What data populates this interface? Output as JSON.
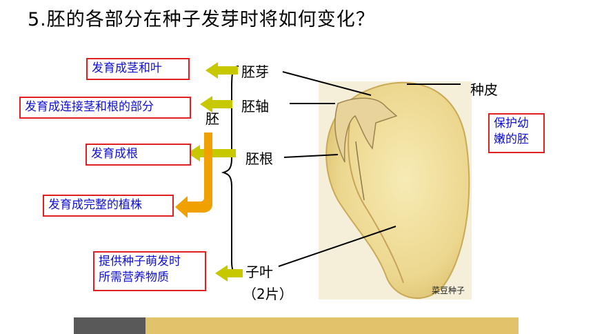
{
  "title": "5.胚的各部分在种子发芽时将如何变化？",
  "boxes": {
    "plumule_fn": "发育成茎和叶",
    "hypocotyl_fn": "发育成连接茎和根的部分",
    "radicle_fn": "发育成根",
    "embryo_fn": "发育成完整的植株",
    "cotyledon_fn_line1": "提供种子萌发时",
    "cotyledon_fn_line2": "所需营养物质",
    "seedcoat_fn_line1": "保护幼",
    "seedcoat_fn_line2": "嫩的胚"
  },
  "labels": {
    "plumule": "胚芽",
    "hypocotyl": "胚轴",
    "embryo": "胚",
    "radicle": "胚根",
    "cotyledon": "子叶",
    "cotyledon_count": "（2片）",
    "seed_coat": "种皮"
  },
  "seed_caption": "菜豆种子",
  "colors": {
    "arrow": "#c8c800",
    "embryo_arrow": "#f0a000",
    "box_border": "#e02020",
    "box_text": "#1010d0",
    "seed": "#f2df9a"
  }
}
